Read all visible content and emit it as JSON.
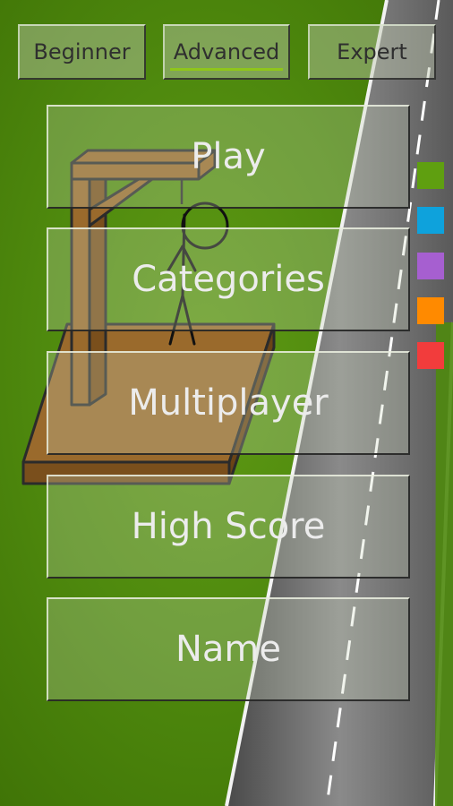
{
  "difficulty": {
    "selected": "Advanced",
    "tabs": [
      {
        "id": "beginner",
        "label": "Beginner"
      },
      {
        "id": "advanced",
        "label": "Advanced"
      },
      {
        "id": "expert",
        "label": "Expert"
      }
    ]
  },
  "menu": {
    "play": "Play",
    "categories": "Categories",
    "multiplayer": "Multiplayer",
    "high_score": "High Score",
    "name": "Name"
  },
  "theme": {
    "background": "#4f8a0e",
    "gallows_wood": "#9a6a2c",
    "road": "#6e6e6e",
    "swatches": [
      {
        "id": "green",
        "color": "#5f9f10"
      },
      {
        "id": "blue",
        "color": "#0ea2dc"
      },
      {
        "id": "purple",
        "color": "#a65fd0"
      },
      {
        "id": "orange",
        "color": "#ff8a00"
      },
      {
        "id": "red",
        "color": "#f23c3c"
      }
    ]
  }
}
